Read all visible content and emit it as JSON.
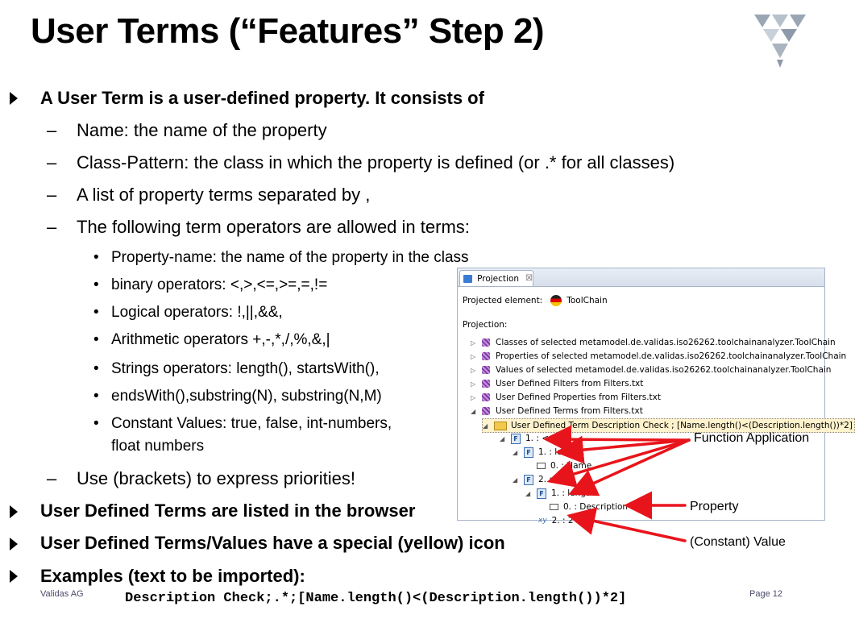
{
  "slide": {
    "title": "User Terms (“Features” Step 2)",
    "bullets": [
      {
        "level": 1,
        "text": "A User Term is a user-defined property. It consists of"
      },
      {
        "level": 2,
        "text": "Name: the name of the property"
      },
      {
        "level": 2,
        "text": "Class-Pattern: the class in which the property is defined (or .* for all classes)"
      },
      {
        "level": 2,
        "text": "A list of property terms separated by ,"
      },
      {
        "level": 2,
        "text": "The following term operators are allowed in terms:"
      },
      {
        "level": 3,
        "text": "Property-name: the name of the property in the class"
      },
      {
        "level": 3,
        "text": "binary operators: <,>,<=,>=,=,!="
      },
      {
        "level": 3,
        "text": "Logical operators: !,||,&&,"
      },
      {
        "level": 3,
        "text": "Arithmetic operators +,-,*,/,%,&,|"
      },
      {
        "level": 3,
        "text": "Strings operators: length(), startsWith(),"
      },
      {
        "level": 3,
        "text": "endsWith(),substring(N), substring(N,M)"
      },
      {
        "level": 3,
        "text": "Constant Values: true, false, int-numbers,"
      },
      {
        "level": 3,
        "text": "float numbers",
        "continuation": true
      },
      {
        "level": 2,
        "text": "Use (brackets) to express priorities!"
      },
      {
        "level": 1,
        "text": "User Defined Terms are listed in the browser"
      },
      {
        "level": 1,
        "text": "User Defined Terms/Values have a special (yellow) icon"
      },
      {
        "level": 1,
        "text": "Examples (text to be imported):"
      }
    ],
    "code_example": "Description Check;.*;[Name.length()<(Description.length())*2]",
    "footer_left": "Validas AG",
    "footer_right": "Page 12"
  },
  "panel": {
    "tab_label": "Projection",
    "tab_close": "☒",
    "projected_element_label": "Projected element:",
    "projected_element_value": "ToolChain",
    "projection_label": "Projection:",
    "tree": [
      {
        "icon": "purple-grid-icon",
        "text": "Classes of selected metamodel.de.validas.iso26262.toolchainanalyzer.ToolChain",
        "twisty": "▷"
      },
      {
        "icon": "purple-grid-icon",
        "text": "Properties of selected metamodel.de.validas.iso26262.toolchainanalyzer.ToolChain",
        "twisty": "▷"
      },
      {
        "icon": "purple-grid-icon",
        "text": "Values of selected metamodel.de.validas.iso26262.toolchainanalyzer.ToolChain",
        "twisty": "▷"
      },
      {
        "icon": "purple-grid-icon",
        "text": "User Defined Filters from Filters.txt",
        "twisty": "▷"
      },
      {
        "icon": "purple-grid-icon",
        "text": "User Defined Properties from Filters.txt",
        "twisty": "▷"
      },
      {
        "icon": "purple-grid-icon",
        "text": "User Defined Terms from Filters.txt",
        "twisty": "◢"
      },
      {
        "icon": "yellow-term-icon",
        "text": "User Defined Term Description Check ; [Name.length()<(Description.length())*2]",
        "twisty": "◢"
      },
      {
        "icon": "function-icon",
        "text": "1. : <",
        "twisty": "◢",
        "icon_letter": "F"
      },
      {
        "icon": "function-icon",
        "text": "1. : length",
        "twisty": "◢",
        "icon_letter": "F"
      },
      {
        "icon": "property-icon",
        "text": "0. : Name",
        "twisty": ""
      },
      {
        "icon": "function-icon",
        "text": "2. : *",
        "twisty": "◢",
        "icon_letter": "F"
      },
      {
        "icon": "function-icon",
        "text": "1. : length",
        "twisty": "◢",
        "icon_letter": "F"
      },
      {
        "icon": "property-icon",
        "text": "0. : Description",
        "twisty": ""
      },
      {
        "icon": "value-icon",
        "text": "2. : 2",
        "twisty": "",
        "icon_letter": "xy"
      }
    ]
  },
  "annotations": {
    "function_application": "Function Application",
    "property": "Property",
    "constant_value": "(Constant) Value"
  },
  "colors": {
    "arrow": "#e8141b",
    "selection": "#fff2cc",
    "footer_text": "#4a4a6a"
  }
}
